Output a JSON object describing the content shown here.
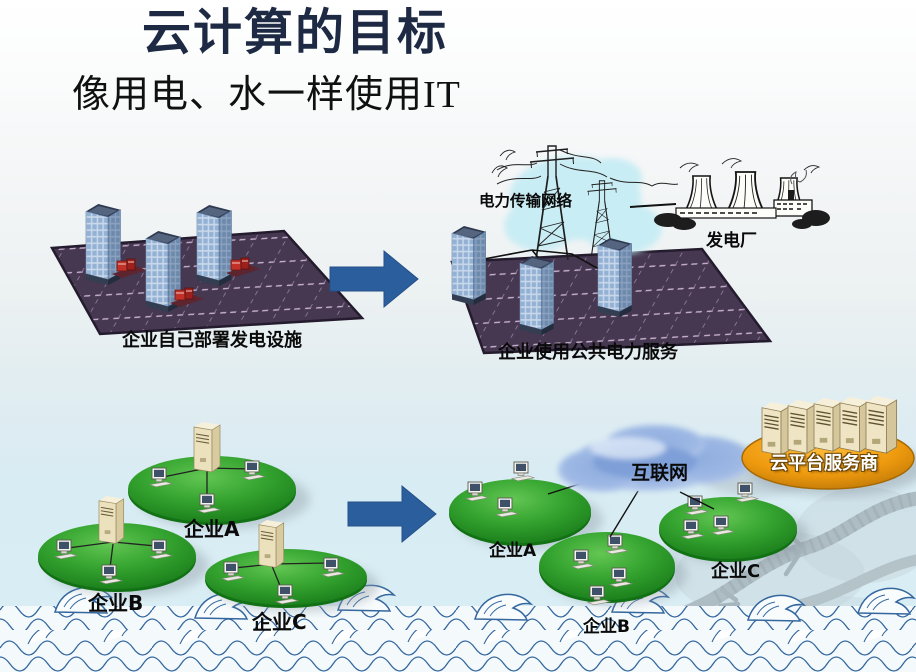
{
  "slide": {
    "title": "云计算的目标",
    "subtitle": "像用电、水一样使用IT"
  },
  "power_section": {
    "left_caption": "企业自己部署发电设施",
    "right_caption": "企业使用公共电力服务",
    "transmission_label": "电力传输网络",
    "plant_label": "发电厂"
  },
  "cloud_section": {
    "internet_label": "互联网",
    "provider_label": "云平台服务商",
    "left_groups": [
      {
        "label": "企业A"
      },
      {
        "label": "企业B"
      },
      {
        "label": "企业C"
      }
    ],
    "right_groups": [
      {
        "label": "企业A"
      },
      {
        "label": "企业B"
      },
      {
        "label": "企业C"
      }
    ]
  },
  "colors": {
    "title_navy": "#1e2a44",
    "arrow_blue": "#2b5e9c",
    "grid_plane_purple": "#463851",
    "enterprise_green": "#2f9b2c",
    "provider_orange": "#e8920a",
    "internet_cloud_blue": "#7e9fd8",
    "wave_line_blue": "#34679f"
  }
}
